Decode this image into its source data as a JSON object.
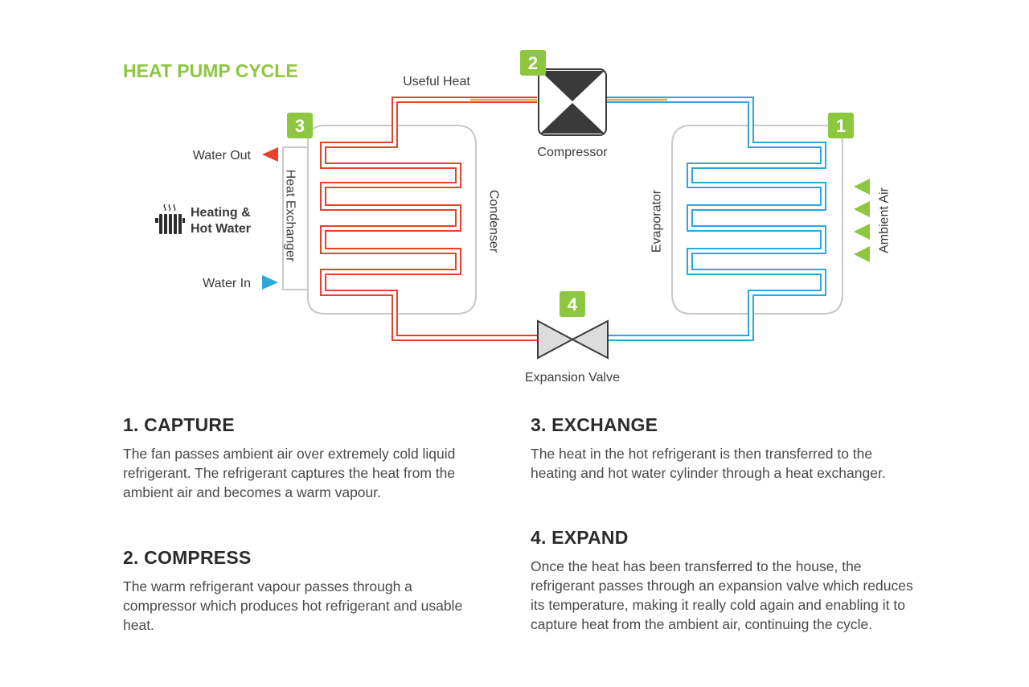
{
  "title": "HEAT PUMP CYCLE",
  "colors": {
    "accent_green": "#8dc63f",
    "hot_line": "#e8412c",
    "hot_line_light": "#f5a08a",
    "cold_line": "#2aa8dc",
    "cold_line_light": "#a6dcf2",
    "tank_outline": "#c8c8c8",
    "component_dark": "#3a3a3a",
    "text_dark": "#2b2b2b"
  },
  "labels": {
    "useful_heat": "Useful Heat",
    "compressor": "Compressor",
    "expansion_valve": "Expansion Valve",
    "water_out": "Water Out",
    "water_in": "Water In",
    "heating_line1": "Heating &",
    "heating_line2": "Hot Water",
    "heat_exchanger": "Heat Exchanger",
    "condenser": "Condenser",
    "evaporator": "Evaporator",
    "ambient_air": "Ambient Air"
  },
  "badges": [
    "1",
    "2",
    "3",
    "4"
  ],
  "icons": {
    "radiator": "radiator-icon",
    "water_out_arrow": "red-arrow-left-icon",
    "water_in_arrow": "blue-arrow-right-icon",
    "ambient_arrows": "green-arrow-left-icon"
  },
  "steps": [
    {
      "heading": "1. CAPTURE",
      "body": "The fan passes ambient air over extremely cold liquid refrigerant. The refrigerant captures the heat from the ambient air and becomes a warm vapour."
    },
    {
      "heading": "2. COMPRESS",
      "body": "The warm refrigerant vapour passes through a compressor which produces hot refrigerant and usable heat."
    },
    {
      "heading": "3. EXCHANGE",
      "body": "The heat in the hot refrigerant is then transferred to the heating and hot water cylinder through a heat exchanger."
    },
    {
      "heading": "4. EXPAND",
      "body": "Once the heat has been transferred to the house, the refrigerant passes through an expansion valve which reduces its temperature, making it really cold again and enabling it to capture heat from the ambient air, continuing the cycle."
    }
  ]
}
